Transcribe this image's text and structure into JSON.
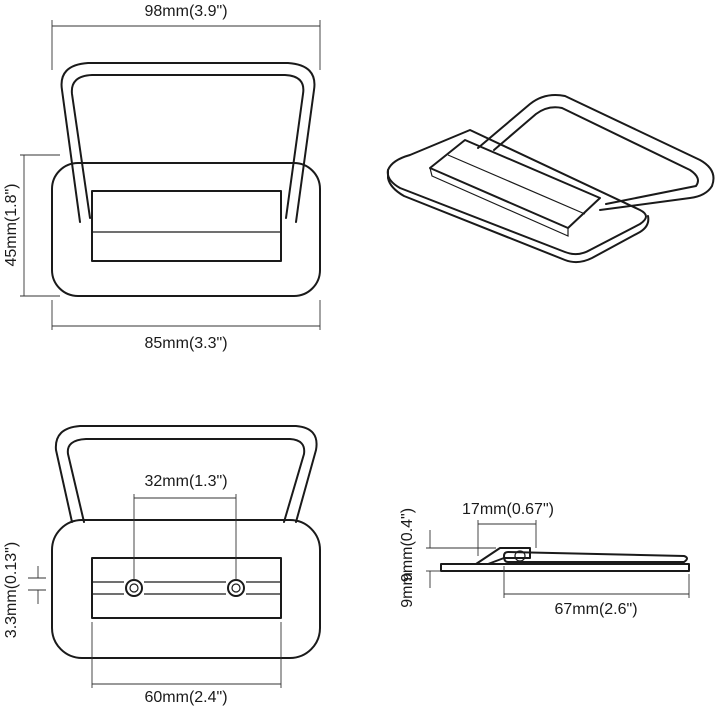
{
  "dimensions": {
    "top_width": "98mm(3.9\")",
    "top_height": "45mm(1.8\")",
    "top_base_width": "85mm(3.3\")",
    "hole_spacing": "32mm(1.3\")",
    "plate_thickness": "3.3mm(0.13\")",
    "plate_width": "60mm(2.4\")",
    "side_width": "17mm(0.67\")",
    "side_small_height": "9mm(0.4\")",
    "side_length": "67mm(2.6\")"
  }
}
